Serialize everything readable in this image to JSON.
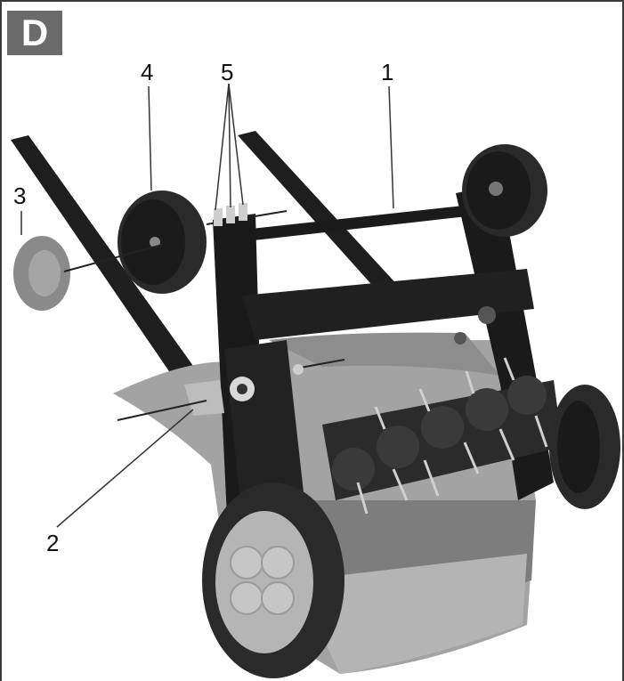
{
  "figure": {
    "section_letter": "D",
    "colors": {
      "badge": "#6b6b6b",
      "frame": "#1c1c1c",
      "deck": "#9a9a9a",
      "tire": "#2a2a2a",
      "hub": "#b5b5b5",
      "leader": "#333333"
    }
  },
  "callouts": [
    {
      "id": "1",
      "label": "1"
    },
    {
      "id": "2",
      "label": "2"
    },
    {
      "id": "3",
      "label": "3"
    },
    {
      "id": "4",
      "label": "4"
    },
    {
      "id": "5",
      "label": "5"
    }
  ]
}
